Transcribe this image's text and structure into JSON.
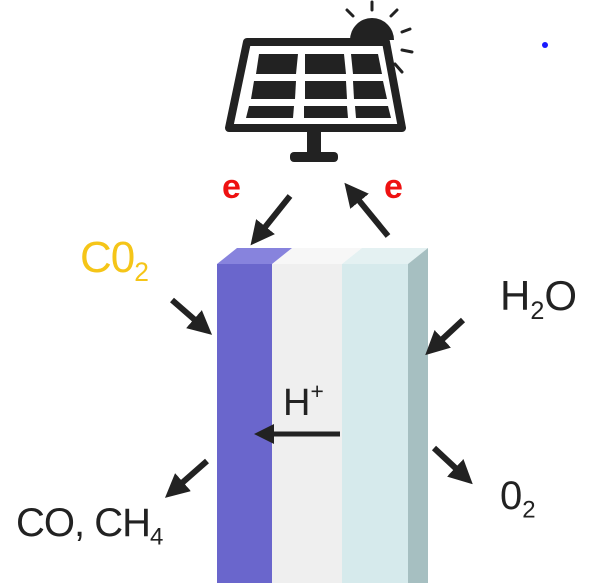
{
  "labels": {
    "electron_left": "e",
    "electron_right": "e",
    "co2_base": "C0",
    "co2_sub": "2",
    "h2o_h": "H",
    "h2o_sub": "2",
    "h2o_o": "O",
    "proton_base": "H",
    "proton_sup": "+",
    "o2_base": "0",
    "o2_sub": "2",
    "products_main": "CO, CH",
    "products_sub": "4"
  },
  "colors": {
    "electron": "#ee1111",
    "co2": "#f5c518",
    "cathode": "#6a66cc",
    "cathode_top": "#8783dd",
    "membrane": "#efefef",
    "anode": "#d6eaec",
    "anode_side": "#a6bfc1",
    "dot": "#1a1aff",
    "ink": "#222222"
  },
  "icons": {
    "panel": "solar-panel-icon",
    "sun": "sun-icon"
  }
}
